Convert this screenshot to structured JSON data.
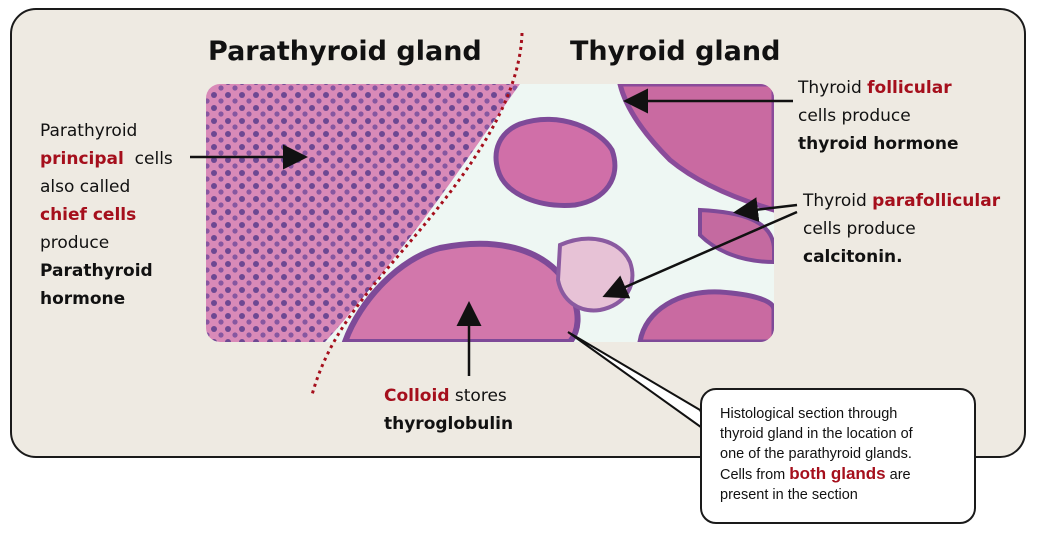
{
  "titles": {
    "left": "Parathyroid gland",
    "right": "Thyroid gland"
  },
  "left_label": {
    "line1": "Parathyroid",
    "line2_red": "principal",
    "line2_rest": "  cells",
    "line3": "also called",
    "line4_red": "chief cells",
    "line5": "produce",
    "line6": "Parathyroid",
    "line7": "hormone"
  },
  "follicular_label": {
    "prefix": "Thyroid ",
    "red": "follicular",
    "line2": "cells produce",
    "line3": "thyroid hormone"
  },
  "parafollicular_label": {
    "prefix": "Thyroid ",
    "red": "parafollicular",
    "line2": "cells produce",
    "line3": "calcitonin."
  },
  "colloid_label": {
    "red": "Colloid",
    "rest": " stores",
    "line2": "thyroglobulin"
  },
  "note": {
    "line1": "Histological section through",
    "line2": "thyroid gland in the location of",
    "line3": "one of the parathyroid glands.",
    "line4_pre": "Cells from ",
    "line4_red": "both glands",
    "line4_post": " are",
    "line5": "present in the section"
  },
  "colors": {
    "accent_red": "#a50f1c",
    "frame_bg": "#eeeae2",
    "stain_pink": "#d97fae",
    "nuclei": "#5a3a8a"
  }
}
